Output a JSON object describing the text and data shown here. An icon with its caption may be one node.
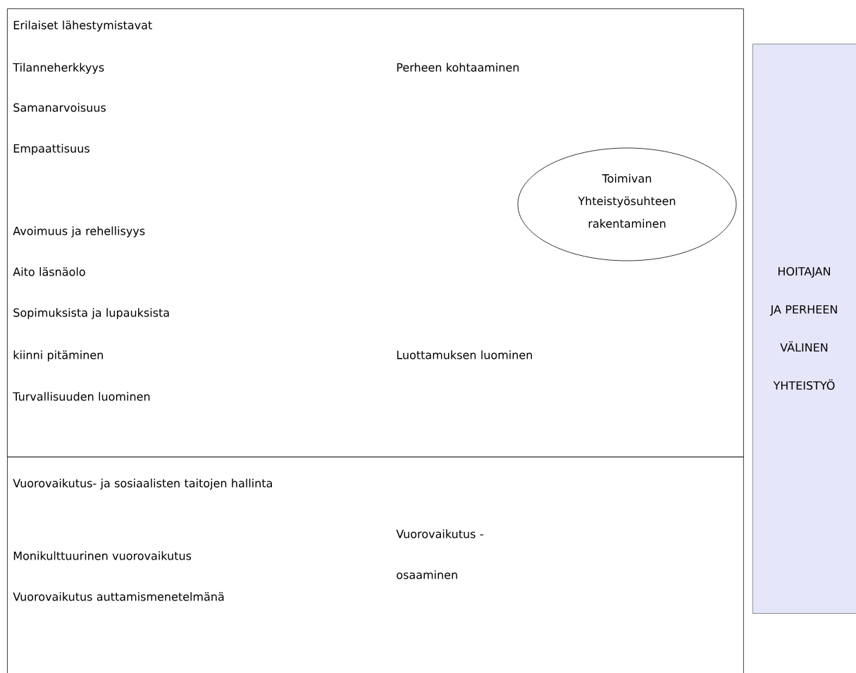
{
  "diagram": {
    "nodes": [
      {
        "text": [
          "Erilaiset lähestymistavat",
          "Tilanneherkkyys",
          "Samanarvoisuus",
          "Empaattisuus",
          "Avoimuus ja rehellisyys",
          "Aito läsnäolo",
          "Sopimuksista ja lupauksista",
          "kiinni pitäminen",
          "Turvallisuuden luominen",
          "Perheen kohtaaminen",
          "Luottamuksen luominen"
        ]
      },
      {
        "text": [
          "Toimivan Yhteistyösuhteen rakentaminen"
        ],
        "in": 0
      },
      {
        "text": [
          "Vuorovaikutus- ja sosiaalisten taitojen hallinta",
          "Monikulttuurinen vuorovaikutus",
          "Vuorovaikutus auttamismenetelmänä",
          "Vuorovaikutus -",
          "osaaminen"
        ]
      },
      {
        "text": [
          "HOITAJAN JA PERHEEN VÄLINEN YHTEISTYÖ"
        ]
      }
    ]
  }
}
